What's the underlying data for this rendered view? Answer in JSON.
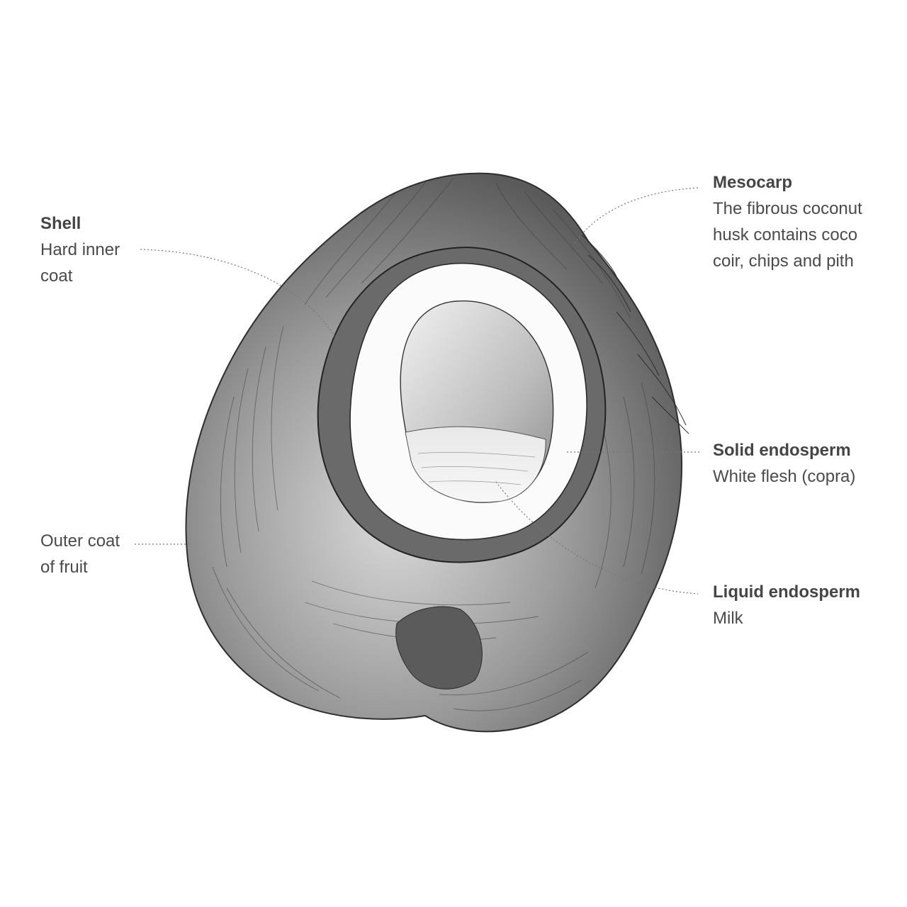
{
  "labels": {
    "shell": {
      "title": "Shell",
      "lines": [
        "Hard inner",
        "coat"
      ]
    },
    "outer_coat": {
      "lines": [
        "Outer coat",
        "of fruit"
      ]
    },
    "mesocarp": {
      "title": "Mesocarp",
      "lines": [
        "The fibrous coconut",
        "husk contains coco",
        "coir, chips and pith"
      ]
    },
    "solid_endosperm": {
      "title": "Solid endosperm",
      "lines": [
        "White flesh (copra)"
      ]
    },
    "liquid_endosperm": {
      "title": "Liquid endosperm",
      "lines": [
        "Milk"
      ]
    }
  },
  "colors": {
    "text": "#4a4a4a",
    "ink": "#333333",
    "leader": "#777777"
  },
  "illustration": {
    "subject": "coconut-cross-section-sketch"
  }
}
